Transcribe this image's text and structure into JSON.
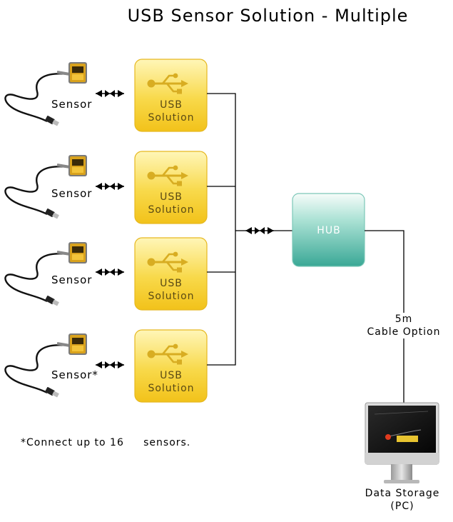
{
  "title": "USB Sensor Solution - Multiple",
  "sensors": [
    {
      "label": "Sensor"
    },
    {
      "label": "Sensor"
    },
    {
      "label": "Sensor"
    },
    {
      "label": "Sensor*"
    }
  ],
  "usb_boxes": [
    {
      "line1": "USB",
      "line2": "Solution"
    },
    {
      "line1": "USB",
      "line2": "Solution"
    },
    {
      "line1": "USB",
      "line2": "Solution"
    },
    {
      "line1": "USB",
      "line2": "Solution"
    }
  ],
  "hub": {
    "label": "HUB"
  },
  "cable": {
    "length": "5m",
    "label": "Cable Option"
  },
  "pc": {
    "line1": "Data Storage",
    "line2": "(PC)"
  },
  "note": "*Connect up to 16     sensors.",
  "colors": {
    "usb_top": "#fff4a8",
    "usb_bottom": "#f2c21a",
    "usb_border": "#e0b21a",
    "usb_icon": "#c9a21c",
    "hub_top": "#f4fbf8",
    "hub_bottom": "#3fae9c",
    "line": "#000000"
  },
  "icons": [
    "usb-icon",
    "sensor-device-icon",
    "monitor-icon",
    "double-arrow-icon"
  ]
}
